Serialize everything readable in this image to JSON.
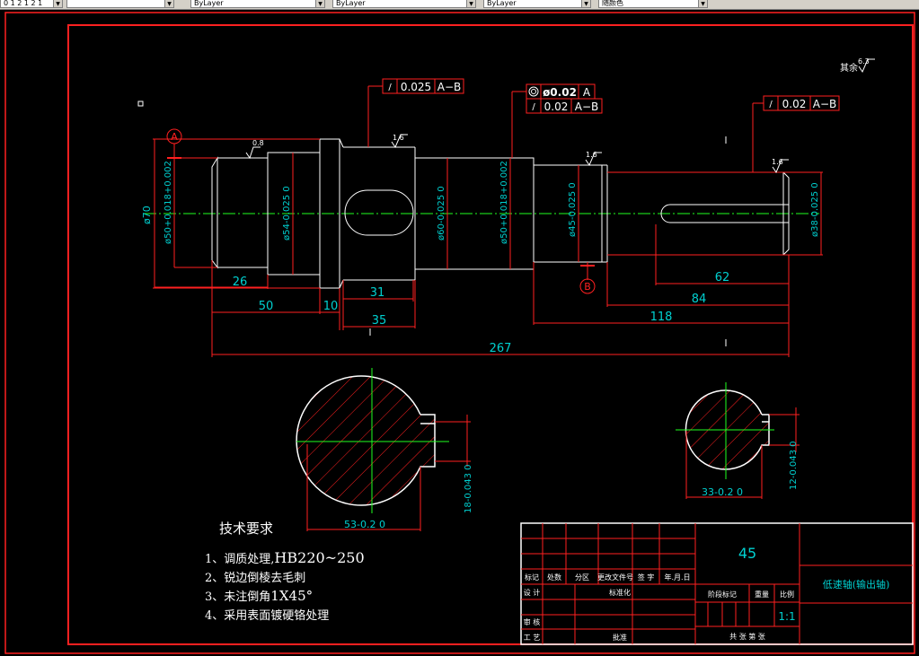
{
  "toolbar": {
    "layer_value": "0 1 2 1 2 1",
    "color_value": "ByLayer",
    "linetype_value": "ByLayer",
    "lineweight_value": "ByLayer",
    "plotstyle_value": "随颜色"
  },
  "drawing": {
    "datum_a": "A",
    "datum_b": "B",
    "fcf1": {
      "value": "0.025",
      "datum": "A−B"
    },
    "fcf2": {
      "value": "ø0.02",
      "datum": "A"
    },
    "fcf3": {
      "value": "0.02",
      "datum": "A−B"
    },
    "fcf4": {
      "value": "0.02",
      "datum": "A−B"
    },
    "roughness_rest_label": "其余",
    "roughness_rest_value": "6.3",
    "roughness_marks": [
      "0.8",
      "1.6",
      "1.6",
      "1.6"
    ],
    "diameters": [
      "ø70",
      "ø50+0.018+0.002",
      "ø54-0.025 0",
      "ø60-0.025 0",
      "ø50+0.018+0.002",
      "ø45-0.025 0",
      "ø38-0.025 0"
    ],
    "dims": {
      "d26": "26",
      "d50": "50",
      "d10": "10",
      "d31": "31",
      "d35": "35",
      "d62": "62",
      "d84": "84",
      "d118": "118",
      "d267": "267"
    },
    "section1": {
      "width": "53-0.2 0",
      "key": "18-0.043 0"
    },
    "section2": {
      "width": "33-0.2 0",
      "key": "12-0.043 0"
    }
  },
  "tech_requirements": {
    "title": "技术要求",
    "items": [
      {
        "num": "1、",
        "text": "调质处理,",
        "extra": "HB220~250"
      },
      {
        "num": "2、",
        "text": "锐边倒棱去毛刺",
        "extra": ""
      },
      {
        "num": "3、",
        "text": "未注倒角",
        "extra": "1X45°"
      },
      {
        "num": "4、",
        "text": "采用表面镀硬铬处理",
        "extra": ""
      }
    ]
  },
  "title_block": {
    "material": "45",
    "part_name": "低速轴(输出轴)",
    "labels": {
      "mark": "标记",
      "count": "处数",
      "zone": "分区",
      "change_doc": "更改文件号",
      "sign": "签 字",
      "date": "年.月.日",
      "design": "设 计",
      "standardize": "标准化",
      "stage_mark": "阶段标记",
      "weight": "重量",
      "scale": "比例",
      "check": "审 核",
      "process": "工 艺",
      "approve": "批准",
      "sheets": "共  张  第  张"
    },
    "scale_value": "1:1"
  }
}
